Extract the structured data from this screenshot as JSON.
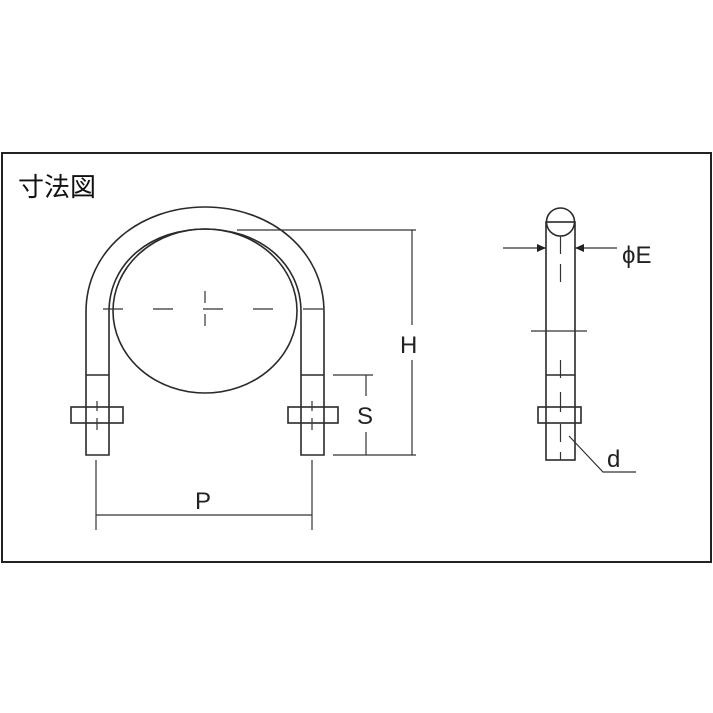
{
  "title": "寸法図",
  "front_view": {
    "labels": {
      "height": "H",
      "thread_length": "S",
      "pitch": "P"
    }
  },
  "side_view": {
    "labels": {
      "rod_diameter": "ϕE",
      "thread_diameter": "d"
    }
  },
  "colors": {
    "line": "#2a2a2a",
    "background": "#ffffff",
    "frame": "#222222"
  }
}
